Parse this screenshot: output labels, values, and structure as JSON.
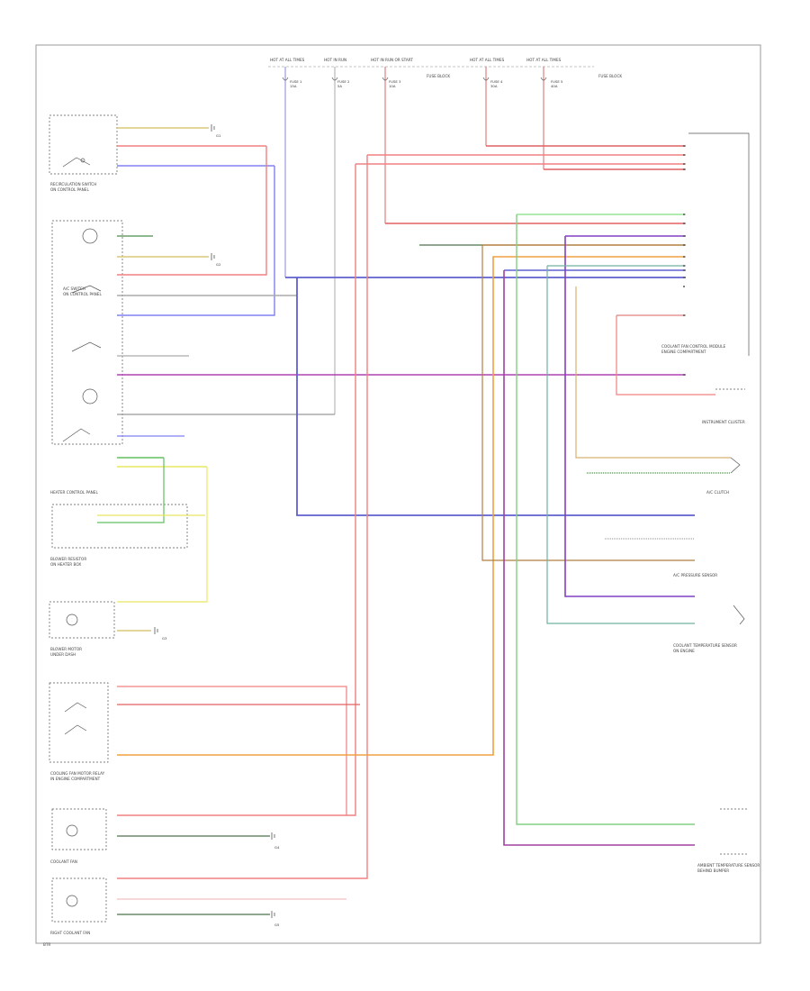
{
  "diagram": {
    "top_fuses": [
      {
        "label": "HOT AT ALL TIMES",
        "fuse": "FUSE 1",
        "amps": "15A"
      },
      {
        "label": "HOT IN RUN",
        "fuse": "FUSE 2",
        "amps": "5A"
      },
      {
        "label": "HOT IN RUN OR START",
        "fuse": "FUSE 3",
        "amps": "10A"
      },
      {
        "label": "FUSE BLOCK",
        "fuse": "",
        "amps": ""
      },
      {
        "label": "HOT AT ALL TIMES",
        "fuse": "FUSE 4",
        "amps": "30A"
      },
      {
        "label": "HOT AT ALL TIMES",
        "fuse": "FUSE 5",
        "amps": "40A"
      },
      {
        "label": "FUSE BLOCK",
        "fuse": "",
        "amps": ""
      }
    ],
    "components": [
      {
        "name": "RECIRCULATION SWITCH",
        "sub": "ON CONTROL PANEL"
      },
      {
        "name": "A/C SWITCH",
        "sub": "ON CONTROL PANEL"
      },
      {
        "name": "HEATER CONTROL PANEL",
        "sub": ""
      },
      {
        "name": "BLOWER RESISTOR",
        "sub": "ON HEATER BOX"
      },
      {
        "name": "BLOWER MOTOR",
        "sub": "UNDER DASH"
      },
      {
        "name": "COOLING FAN MOTOR RELAY",
        "sub": "IN ENGINE COMPARTMENT"
      },
      {
        "name": "COOLANT FAN",
        "sub": ""
      },
      {
        "name": "RIGHT COOLANT FAN",
        "sub": ""
      },
      {
        "name": "COOLANT FAN CONTROL MODULE",
        "sub": "ENGINE COMPARTMENT"
      },
      {
        "name": "INSTRUMENT CLUSTER",
        "sub": ""
      },
      {
        "name": "A/C CLUTCH",
        "sub": ""
      },
      {
        "name": "A/C PRESSURE SENSOR",
        "sub": ""
      },
      {
        "name": "COOLANT TEMPERATURE SENSOR",
        "sub": "ON ENGINE"
      },
      {
        "name": "AMBIENT TEMPERATURE SENSOR",
        "sub": "BEHIND BUMPER"
      }
    ],
    "grounds": [
      "G1",
      "G2",
      "G3",
      "G4",
      "G5"
    ],
    "footer": "BTR"
  }
}
